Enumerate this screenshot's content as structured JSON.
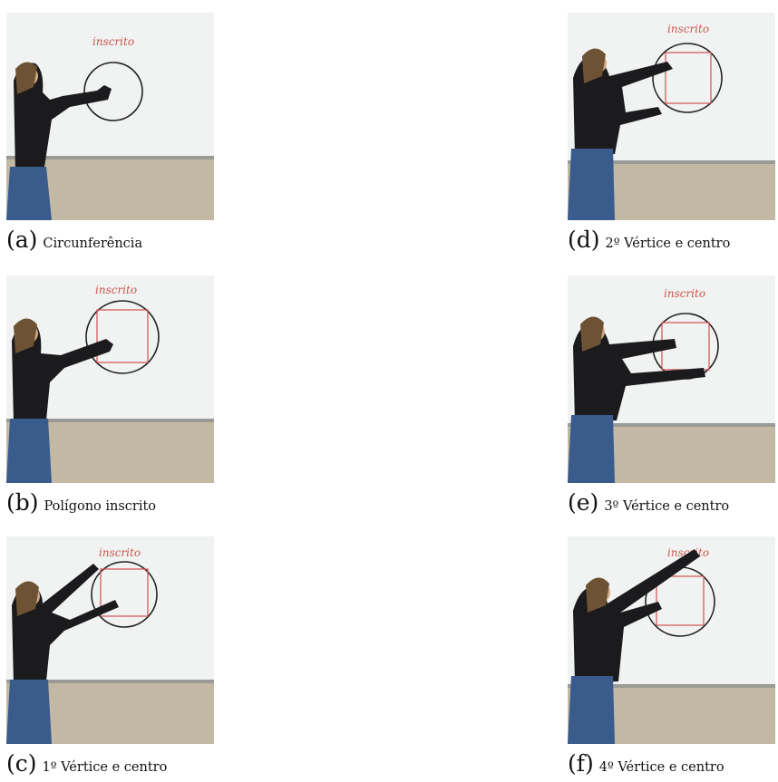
{
  "whiteboard_text": "inscrito",
  "panels": [
    {
      "tag": "(a)",
      "caption": "Circunferência",
      "step": "circle"
    },
    {
      "tag": "(b)",
      "caption": "Polígono inscrito",
      "step": "polygon"
    },
    {
      "tag": "(c)",
      "caption": "1º Vértice e centro",
      "step": "vertex1"
    },
    {
      "tag": "(d)",
      "caption": "2º Vértice e centro",
      "step": "vertex2"
    },
    {
      "tag": "(e)",
      "caption": "3º Vértice e centro",
      "step": "vertex3"
    },
    {
      "tag": "(f)",
      "caption": "4º Vértice e centro",
      "step": "vertex4"
    }
  ]
}
